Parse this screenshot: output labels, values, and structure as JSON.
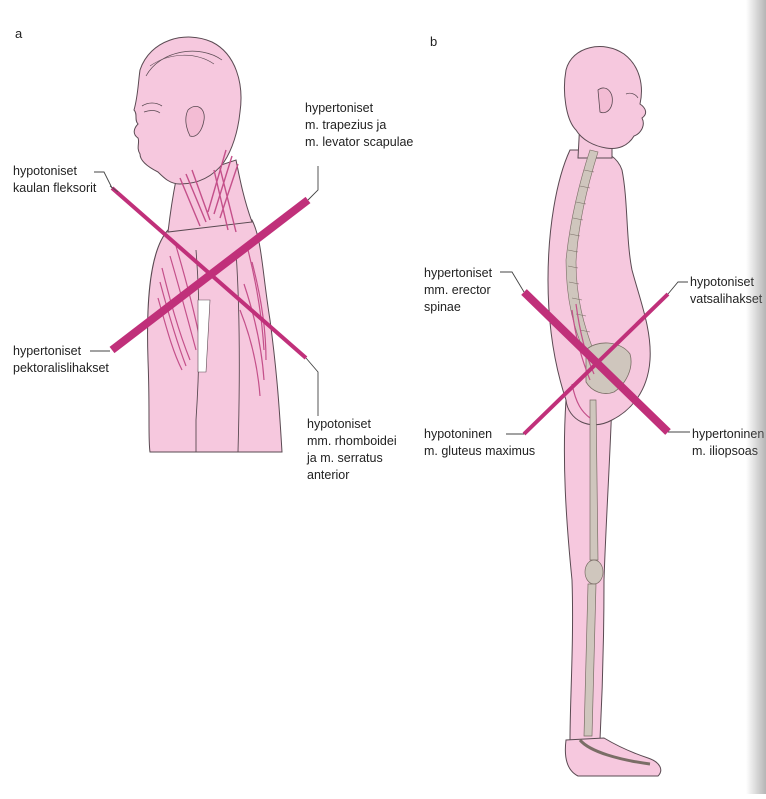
{
  "colors": {
    "skin": "#f6c8de",
    "skin_outline": "#5a4a52",
    "muscle": "#c4508a",
    "bar": "#c0307a",
    "bone": "#cfc6bd",
    "bone_outline": "#7a6e66",
    "text": "#222222"
  },
  "panels": {
    "a": {
      "letter": "a",
      "labels": {
        "hyper_trapezius": [
          "hypertoniset",
          "m. trapezius ja",
          "m. levator scapulae"
        ],
        "hypo_neck_flexors": [
          "hypotoniset",
          "kaulan fleksorit"
        ],
        "hyper_pectoral": [
          "hypertoniset",
          "pektoralislihakset"
        ],
        "hypo_rhomboid": [
          "hypotoniset",
          "mm. rhomboidei",
          "ja m. serratus",
          "anterior"
        ]
      }
    },
    "b": {
      "letter": "b",
      "labels": {
        "hyper_erector": [
          "hypertoniset",
          "mm. erector",
          "spinae"
        ],
        "hypo_abdominals": [
          "hypotoniset",
          "vatsalihakset"
        ],
        "hypo_gluteus": [
          "hypotoninen",
          "m. gluteus maximus"
        ],
        "hyper_iliopsoas": [
          "hypertoninen",
          "m. iliopsoas"
        ]
      }
    }
  }
}
